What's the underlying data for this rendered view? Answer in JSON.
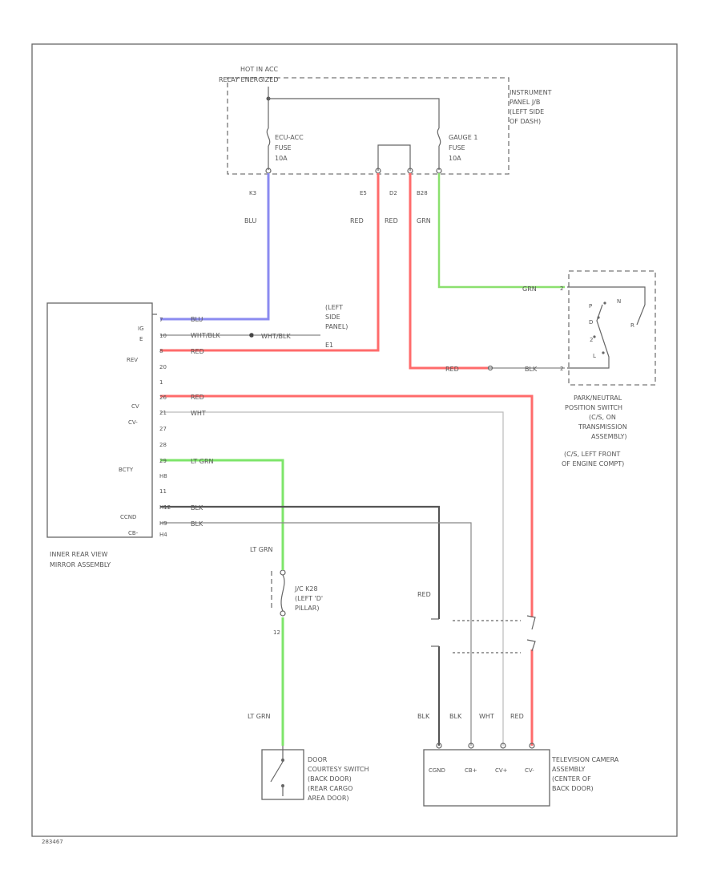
{
  "fuse_box": {
    "header": [
      "HOT IN ACC",
      "RELAY ENERGIZED"
    ],
    "name": [
      "INSTRUMENT",
      "PANEL J/B",
      "(LEFT SIDE",
      "OF DASH)"
    ],
    "fuse_left": [
      "ECU-ACC",
      "FUSE",
      "10A"
    ],
    "fuse_right": [
      "GAUGE 1",
      "FUSE",
      "10A"
    ]
  },
  "pins_top": [
    "K3",
    "E5",
    "D2",
    "B28"
  ],
  "wire_colors_top": [
    "BLU",
    "RED",
    "RED",
    "GRN"
  ],
  "mirror": {
    "name": [
      "INNER REAR VIEW",
      "MIRROR ASSEMBLY"
    ],
    "side_labels": [
      "IG",
      "E",
      "REV",
      "CV",
      "CV-",
      "BCTY",
      "CCND",
      "CB-"
    ],
    "pins": [
      "7",
      "10",
      "8",
      "20",
      "1",
      "26",
      "21",
      "27",
      "28",
      "29",
      "H8",
      "11",
      "H12",
      "H9",
      "H4"
    ],
    "wires": [
      "BLU",
      "WHT/BLK",
      "RED",
      "RED",
      "WHT",
      "LT GRN",
      "BLK",
      "BLK"
    ]
  },
  "ground": {
    "wire": "WHT/BLK",
    "text": [
      "(LEFT",
      "SIDE",
      "PANEL)",
      "E1"
    ]
  },
  "park_switch": {
    "name": [
      "PARK/NEUTRAL",
      "POSITION SWITCH",
      "(C/S, ON",
      "TRANSMISSION",
      "ASSEMBLY)",
      "(C/S, LEFT FRONT",
      "OF ENGINE COMPT)"
    ],
    "pins_in": [
      "2",
      "2"
    ],
    "wire_in": "GRN",
    "wire_rev": [
      "RED",
      "BLK"
    ],
    "internal": [
      "P",
      "N",
      "D",
      "R",
      "2",
      "L"
    ]
  },
  "connector_mid": [
    "LT GRN",
    "J/C K28",
    "(LEFT 'D'",
    "PILLAR)",
    "12",
    "LT GRN"
  ],
  "door_switch": {
    "name": [
      "DOOR",
      "COURTESY SWITCH",
      "(BACK DOOR)",
      "(REAR CARGO",
      "AREA DOOR)"
    ]
  },
  "camera": {
    "name": [
      "TELEVISION CAMERA",
      "ASSEMBLY",
      "(CENTER OF",
      "BACK DOOR)"
    ],
    "pins": [
      "CGND",
      "CB+",
      "CV+",
      "CV-"
    ],
    "wires": [
      "BLK",
      "BLK",
      "WHT",
      "RED"
    ],
    "inline": "RED"
  },
  "footer_code": "283467"
}
